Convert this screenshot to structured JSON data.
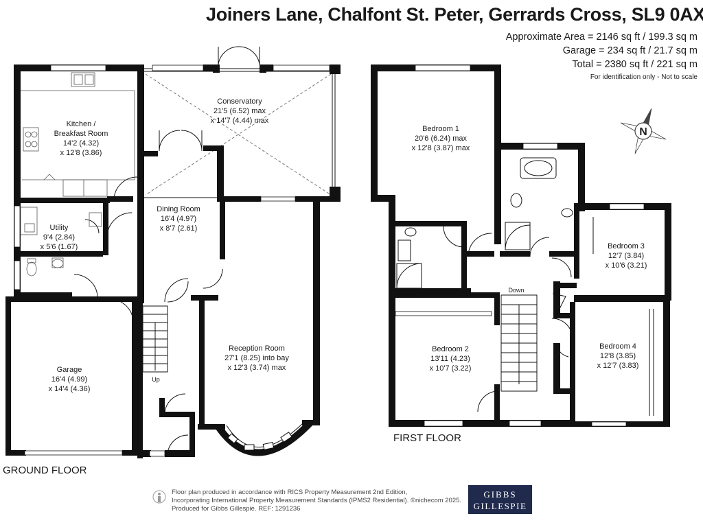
{
  "header": {
    "title": "Joiners Lane, Chalfont St. Peter, Gerrards Cross, SL9 0AX",
    "area_approx": "Approximate Area = 2146 sq ft / 199.3 sq m",
    "area_garage": "Garage = 234 sq ft / 21.7 sq m",
    "area_total": "Total = 2380 sq ft / 221 sq m",
    "note": "For identification only - Not to scale"
  },
  "ground_floor": {
    "label": "GROUND FLOOR",
    "rooms": [
      {
        "name": "Kitchen /",
        "name2": "Breakfast Room",
        "dim1": "14'2 (4.32)",
        "dim2": "x 12'8 (3.86)"
      },
      {
        "name": "Conservatory",
        "dim1": "21'5 (6.52) max",
        "dim2": "x 14'7 (4.44) max"
      },
      {
        "name": "Utility",
        "dim1": "9'4 (2.84)",
        "dim2": "x 5'6 (1.67)"
      },
      {
        "name": "Dining Room",
        "dim1": "16'4 (4.97)",
        "dim2": "x 8'7 (2.61)"
      },
      {
        "name": "Garage",
        "dim1": "16'4 (4.99)",
        "dim2": "x 14'4 (4.36)"
      },
      {
        "name": "Reception Room",
        "dim1": "27'1 (8.25) into bay",
        "dim2": "x 12'3 (3.74) max"
      }
    ],
    "stair_label": "Up"
  },
  "first_floor": {
    "label": "FIRST FLOOR",
    "rooms": [
      {
        "name": "Bedroom 1",
        "dim1": "20'6 (6.24) max",
        "dim2": "x 12'8 (3.87) max"
      },
      {
        "name": "Bedroom 3",
        "dim1": "12'7 (3.84)",
        "dim2": "x 10'6 (3.21)"
      },
      {
        "name": "Bedroom 2",
        "dim1": "13'11 (4.23)",
        "dim2": "x 10'7 (3.22)"
      },
      {
        "name": "Bedroom 4",
        "dim1": "12'8 (3.85)",
        "dim2": "x 12'7 (3.83)"
      }
    ],
    "stair_label": "Down"
  },
  "compass": {
    "letter": "N",
    "icon": "compass-icon"
  },
  "footer": {
    "line1": "Floor plan produced in accordance with RICS Property Measurement 2nd Edition,",
    "line2": "Incorporating International Property Measurement Standards (IPMS2 Residential). ©nichecom 2025.",
    "line3": "Produced for Gibbs Gillespie.   REF:  1291236"
  },
  "logo": {
    "line1": "GIBBS",
    "line2": "GILLESPIE",
    "bg": "#1f2a4d"
  },
  "colors": {
    "wall": "#111111",
    "window": "#ffffff",
    "fixture": "#555555"
  }
}
